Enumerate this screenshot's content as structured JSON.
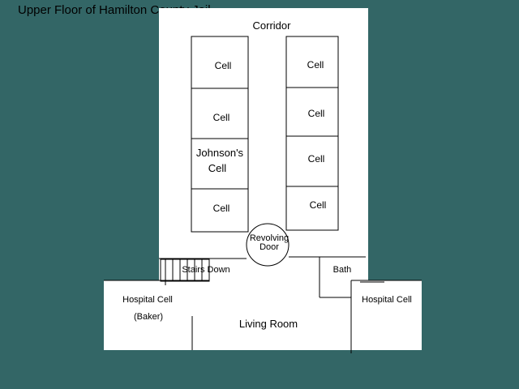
{
  "title": "Upper Floor of Hamilton County Jail",
  "labels": {
    "corridor": "Corridor",
    "cell": "Cell",
    "johnsons_cell_line1": "Johnson's",
    "johnsons_cell_line2": "Cell",
    "revolving_door_line1": "Revolving",
    "revolving_door_line2": "Door",
    "stairs_down": "Stairs Down",
    "bath": "Bath",
    "hospital_cell_left_line1": "Hospital Cell",
    "hospital_cell_left_line2": "(Baker)",
    "hospital_cell_right": "Hospital Cell",
    "living_room": "Living Room"
  },
  "colors": {
    "background": "#336666",
    "floor": "#ffffff",
    "lines": "#000000"
  }
}
